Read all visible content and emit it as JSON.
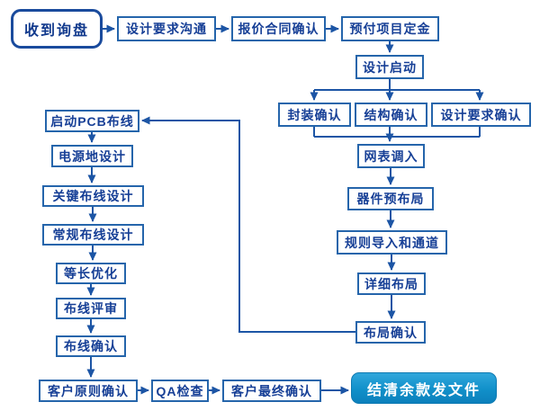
{
  "diagram": {
    "type": "flowchart",
    "language": "zh-CN",
    "topic": "PCB design service workflow",
    "colors": {
      "background": "#ffffff",
      "line": "#1c55a5",
      "box_border": "#2565ab",
      "box_text": "#163f96",
      "start_border": "#1a4b9d",
      "start_text": "#123a8d",
      "end_fill_top": "#2fa6dc",
      "end_fill_bottom": "#0c80bc",
      "end_text": "#ffffff"
    },
    "nodes": {
      "receive_inquiry": "收到询盘",
      "design_req_comm": "设计要求沟通",
      "quote_contract_confirm": "报价合同确认",
      "prepay_deposit": "预付项目定金",
      "design_start": "设计启动",
      "package_confirm": "封装确认",
      "structure_confirm": "结构确认",
      "design_req_confirm": "设计要求确认",
      "netlist_import": "网表调入",
      "component_prelayout": "器件预布局",
      "rules_import_channels": "规则导入和通道",
      "detailed_layout": "详细布局",
      "layout_confirm": "布局确认",
      "start_pcb_routing": "启动PCB布线",
      "power_ground_design": "电源地设计",
      "critical_routing_design": "关键布线设计",
      "regular_routing_design": "常规布线设计",
      "equal_length_opt": "等长优化",
      "routing_review": "布线评审",
      "routing_confirm": "布线确认",
      "customer_principle_confirm": "客户原则确认",
      "qa_check": "QA检查",
      "customer_final_confirm": "客户最终确认",
      "settle_balance_send_files": "结清余款发文件"
    },
    "edges": [
      [
        "receive_inquiry",
        "design_req_comm"
      ],
      [
        "design_req_comm",
        "quote_contract_confirm"
      ],
      [
        "quote_contract_confirm",
        "prepay_deposit"
      ],
      [
        "prepay_deposit",
        "design_start"
      ],
      [
        "design_start",
        "package_confirm"
      ],
      [
        "design_start",
        "structure_confirm"
      ],
      [
        "design_start",
        "design_req_confirm"
      ],
      [
        "package_confirm",
        "netlist_import"
      ],
      [
        "structure_confirm",
        "netlist_import"
      ],
      [
        "design_req_confirm",
        "netlist_import"
      ],
      [
        "netlist_import",
        "component_prelayout"
      ],
      [
        "component_prelayout",
        "rules_import_channels"
      ],
      [
        "rules_import_channels",
        "detailed_layout"
      ],
      [
        "detailed_layout",
        "layout_confirm"
      ],
      [
        "layout_confirm",
        "start_pcb_routing"
      ],
      [
        "start_pcb_routing",
        "power_ground_design"
      ],
      [
        "power_ground_design",
        "critical_routing_design"
      ],
      [
        "critical_routing_design",
        "regular_routing_design"
      ],
      [
        "regular_routing_design",
        "equal_length_opt"
      ],
      [
        "equal_length_opt",
        "routing_review"
      ],
      [
        "routing_review",
        "routing_confirm"
      ],
      [
        "routing_confirm",
        "customer_principle_confirm"
      ],
      [
        "customer_principle_confirm",
        "qa_check"
      ],
      [
        "qa_check",
        "customer_final_confirm"
      ],
      [
        "customer_final_confirm",
        "settle_balance_send_files"
      ]
    ]
  }
}
